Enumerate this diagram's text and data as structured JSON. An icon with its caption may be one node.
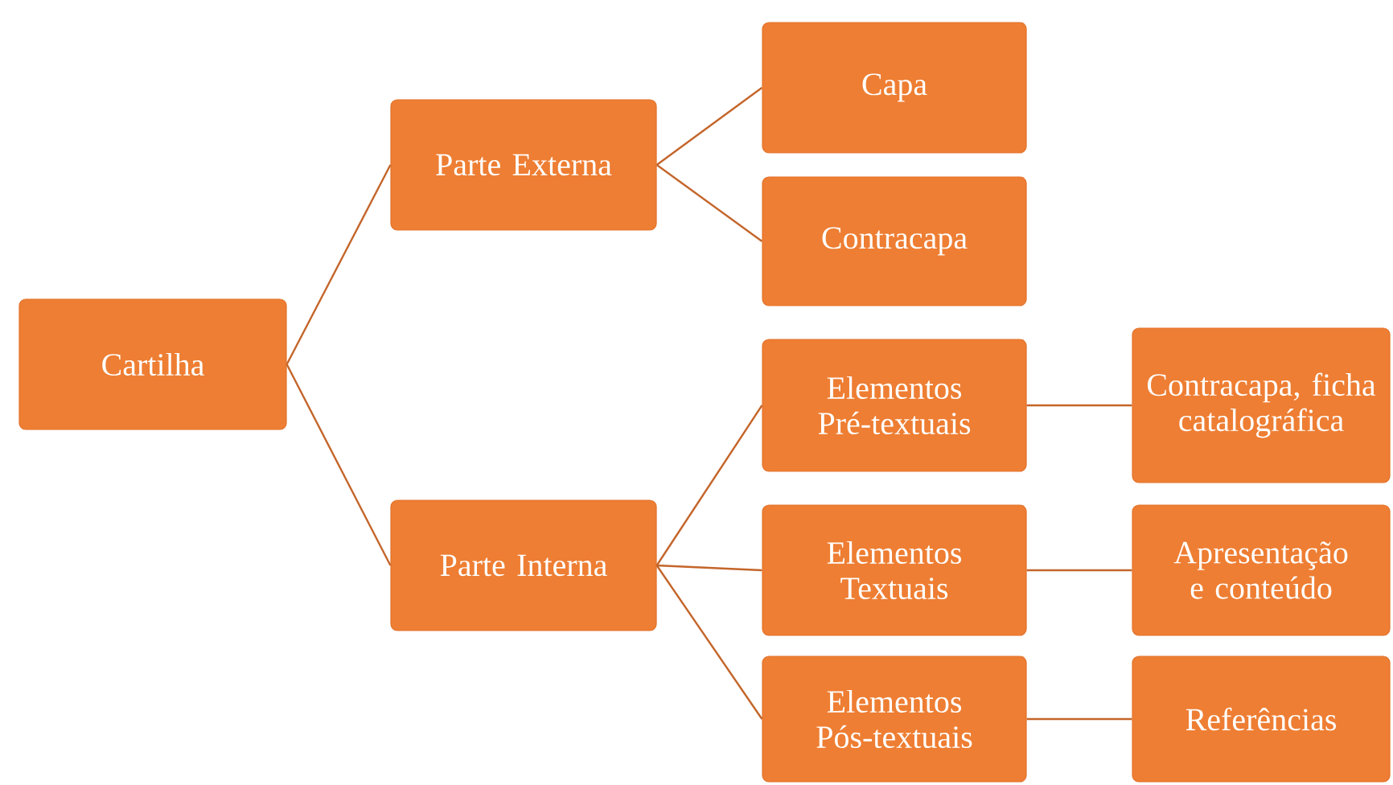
{
  "diagram": {
    "nodes": [
      {
        "text": [
          "Cartilha"
        ]
      },
      {
        "text": [
          "Parte Externa"
        ]
      },
      {
        "text": [
          "Parte Interna"
        ]
      },
      {
        "text": [
          "Capa"
        ]
      },
      {
        "text": [
          "Contracapa"
        ]
      },
      {
        "text": [
          "Elementos Pré-textuais"
        ]
      },
      {
        "text": [
          "Elementos Textuais"
        ]
      },
      {
        "text": [
          "Elementos Pós-textuais"
        ]
      },
      {
        "text": [
          "Contracapa, ficha catalográfica"
        ]
      },
      {
        "text": [
          "Apresentação e conteúdo"
        ]
      },
      {
        "text": [
          "Referências"
        ]
      }
    ],
    "edges": [
      {
        "from": 0,
        "to": 1,
        "arrow": "none"
      },
      {
        "from": 0,
        "to": 2,
        "arrow": "none"
      },
      {
        "from": 1,
        "to": 3,
        "arrow": "none"
      },
      {
        "from": 1,
        "to": 4,
        "arrow": "none"
      },
      {
        "from": 2,
        "to": 5,
        "arrow": "none"
      },
      {
        "from": 2,
        "to": 6,
        "arrow": "none"
      },
      {
        "from": 2,
        "to": 7,
        "arrow": "none"
      },
      {
        "from": 5,
        "to": 8,
        "arrow": "none"
      },
      {
        "from": 6,
        "to": 9,
        "arrow": "none"
      },
      {
        "from": 7,
        "to": 10,
        "arrow": "none"
      }
    ]
  }
}
